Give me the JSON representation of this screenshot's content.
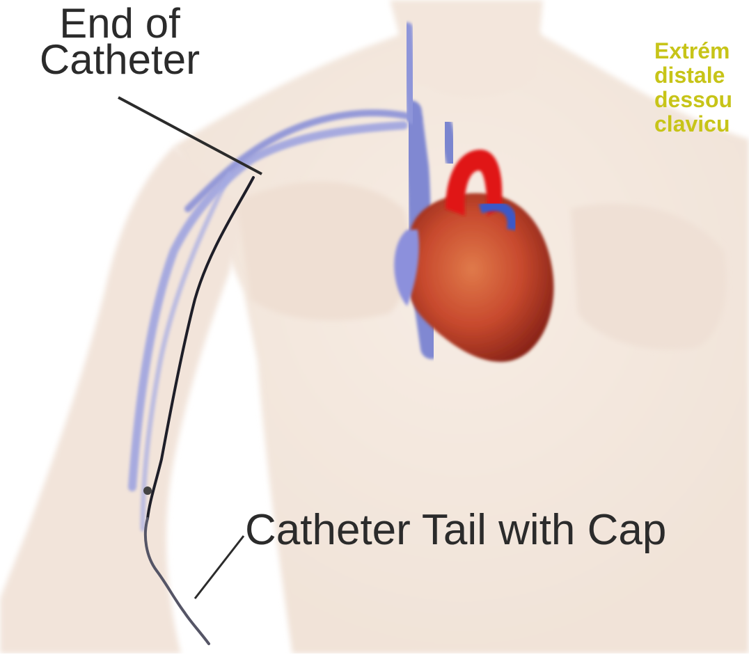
{
  "labels": {
    "end_line1": "End of",
    "end_line2": "Catheter",
    "tail": "Catheter Tail with Cap"
  },
  "overlay_fr": {
    "lines": [
      "Extrém",
      "distale",
      "dessou",
      "clavicu"
    ],
    "color": "#c7c418"
  },
  "colors": {
    "skin": "#f4e8df",
    "vein": "#8b92d8",
    "catheter": "#1e1e28",
    "heart_red": "#c83a2a",
    "artery_red": "#e01818"
  }
}
